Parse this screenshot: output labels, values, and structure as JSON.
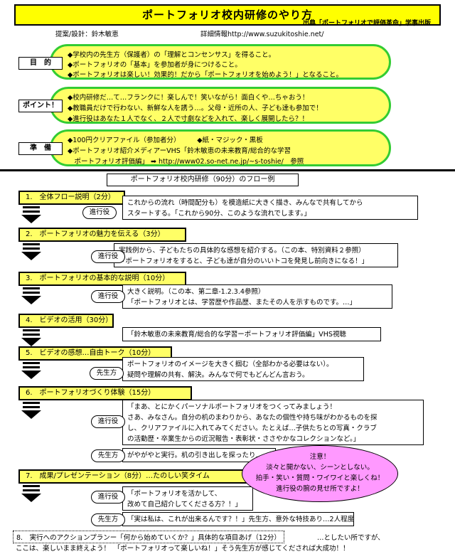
{
  "header": {
    "title": "ポートフォリオ校内研修のやり方",
    "source": "出典「ポートフォリオで評価革命」学事出版",
    "proposer": "提案/設計：鈴木敏恵",
    "details": "詳細情報http://www.suzukitoshie.net/"
  },
  "sections": [
    {
      "label": "目　的",
      "lines": [
        "◆学校内の先生方（保護者）の「理解とコンセンサス」を得ること。",
        "◆ポートフォリオの「基本」を参加者が身につけること。",
        "◆ポートフォリオは楽しい！効果的！だから「ポートフォリオを始めよう！」となること。"
      ]
    },
    {
      "label": "ポイント！",
      "lines": [
        "◆校内研修だ…て…フランクに！楽しんで！笑いながら！面白くや…ちゃおう！",
        "◆教職員だけで行わない、新鮮な人を誘う…。父母・近所の人、子ども達も参加で！",
        "◆進行役はあなた１人でなく、２人で寸劇などを入れて、楽しく展開したら？！"
      ]
    },
    {
      "label": "準　備",
      "lines": [
        "◆100円クリアファイル（参加者分）　　　◆紙・マジック・黒板",
        "◆ポートフォリオ紹介メディアーVHS「鈴木敏恵の未来教育/総合的な学習",
        "　ポートフォリオ評価編」 ➡ http://www02.so-net.ne.jp/~s-toshie/　参照"
      ]
    }
  ],
  "flow_title": "ポートフォリオ校内研修（90分）のフロー例",
  "steps": [
    {
      "label": "1.　全体フロー説明（2分）"
    },
    {
      "label": "2.　ポートフォリオの魅力を伝える（3分）"
    },
    {
      "label": "3.　ポートフォリオの基本的な説明（10分）"
    },
    {
      "label": "4.　ビデオの活用（30分）"
    },
    {
      "label": "5.　ビデオの感想…自由トーク（10分）"
    },
    {
      "label": "6.　ポートフォリオづくり体験（15分）"
    },
    {
      "label": "7.　成果/プレゼンテーション（8分）…たのしい笑タイム"
    }
  ],
  "roles": {
    "facilitator": "進行役",
    "teacher": "先生方"
  },
  "step_texts": {
    "s1": [
      "これからの流れ（時間配分も）を模造紙に大きく描き、みんなで共有してから",
      "スタートする。「これから90分、このような流れでします。」"
    ],
    "s2": [
      "実践例から、子どもたちの具体的な感想を紹介する。（この本、特別資料２参照）",
      "「ポートフォリオをすると、子ども達が自分のいいトコを発見し前向きになる！」"
    ],
    "s3": [
      "大きく説明。（この本、第二章-1.2.3.4参照）",
      "「ポートフォリオとは、学習歴や作品歴、またその人を示すものです。…」"
    ],
    "s4": [
      "「鈴木敏恵の未来教育/総合的な学習ーポートフォリオ評価編」VHS視聴"
    ],
    "s5": [
      "ポートフォリオのイメージを大きく掴む（全部わかる必要はない）。",
      "疑問や理解の共有、解決。みんなで何でもどんどん言おう。"
    ],
    "s6a": [
      "「まあ、とにかくパーソナルポートフォリオをつくってみましょう！",
      "さあ、みなさん。自分の机のまわりから、あなたの個性や持ち味がわかるものを探",
      "し、クリアファイルに入れてみてください。たとえば…子供たちとの写真・クラブ",
      "の活動歴・卒業生からの近況報告・表彰状・ささやかなコレクションなど。」"
    ],
    "s6b": [
      "がやがやと実行。机の引き出しを探ったり…"
    ],
    "s7a": [
      "「ポートフォリオを活かして、",
      "改めて自己紹介してくださる方？！」"
    ],
    "s7b": [
      "「実は私は、これが出来るんです？！」先生方、意外な特技あり…2人程度"
    ]
  },
  "note": [
    "注意！",
    "淡々と開かない、シーンとしない。",
    "拍手・笑い・質問・ワイワイと楽しくね！",
    "進行役の腕の見せ所ですよ！"
  ],
  "final": {
    "line1": "8.　実行へのアクションプランー「何から始めていくか？」具体的な項目あげ（12分）",
    "line1_tail": "…としたい所ですが、",
    "line2": "ここは、楽しいまま終えよう！　「ポートフォリオって楽しいね！」そう先生方が感じてくだされば大成功！！"
  }
}
